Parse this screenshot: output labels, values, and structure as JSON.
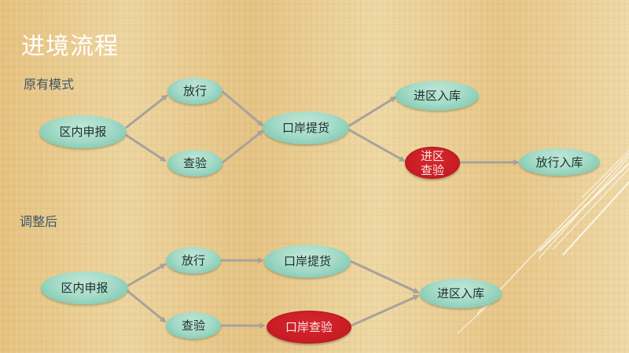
{
  "slide": {
    "title": "进境流程",
    "colors": {
      "background": "#e8c98a",
      "title": "#ffffff",
      "section_label": "#3c5668",
      "node_teal": "#a6dbc8",
      "node_red": "#c71c24",
      "arrow": "#a8a29a"
    }
  },
  "original": {
    "label": "原有模式",
    "nodes": [
      {
        "id": "declare",
        "label": "区内申报",
        "style": "teal"
      },
      {
        "id": "release",
        "label": "放行",
        "style": "teal"
      },
      {
        "id": "inspect",
        "label": "查验",
        "style": "teal"
      },
      {
        "id": "port_pickup",
        "label": "口岸提货",
        "style": "teal"
      },
      {
        "id": "enter_storage",
        "label": "进区入库",
        "style": "teal"
      },
      {
        "id": "enter_inspect_line1",
        "label": "进区",
        "style": "red"
      },
      {
        "id": "enter_inspect_line2",
        "label": "查验",
        "style": "red"
      },
      {
        "id": "release_storage",
        "label": "放行入库",
        "style": "teal"
      }
    ],
    "edges": [
      [
        "区内申报",
        "放行"
      ],
      [
        "区内申报",
        "查验"
      ],
      [
        "放行",
        "口岸提货"
      ],
      [
        "查验",
        "口岸提货"
      ],
      [
        "口岸提货",
        "进区入库"
      ],
      [
        "口岸提货",
        "进区查验"
      ],
      [
        "进区查验",
        "放行入库"
      ]
    ]
  },
  "adjusted": {
    "label": "调整后",
    "nodes": [
      {
        "id": "declare",
        "label": "区内申报",
        "style": "teal"
      },
      {
        "id": "release",
        "label": "放行",
        "style": "teal"
      },
      {
        "id": "inspect",
        "label": "查验",
        "style": "teal"
      },
      {
        "id": "port_pickup",
        "label": "口岸提货",
        "style": "teal"
      },
      {
        "id": "port_inspect",
        "label": "口岸查验",
        "style": "red"
      },
      {
        "id": "enter_storage",
        "label": "进区入库",
        "style": "teal"
      }
    ],
    "edges": [
      [
        "区内申报",
        "放行"
      ],
      [
        "区内申报",
        "查验"
      ],
      [
        "放行",
        "口岸提货"
      ],
      [
        "查验",
        "口岸查验"
      ],
      [
        "口岸提货",
        "进区入库"
      ],
      [
        "口岸查验",
        "进区入库"
      ]
    ]
  }
}
